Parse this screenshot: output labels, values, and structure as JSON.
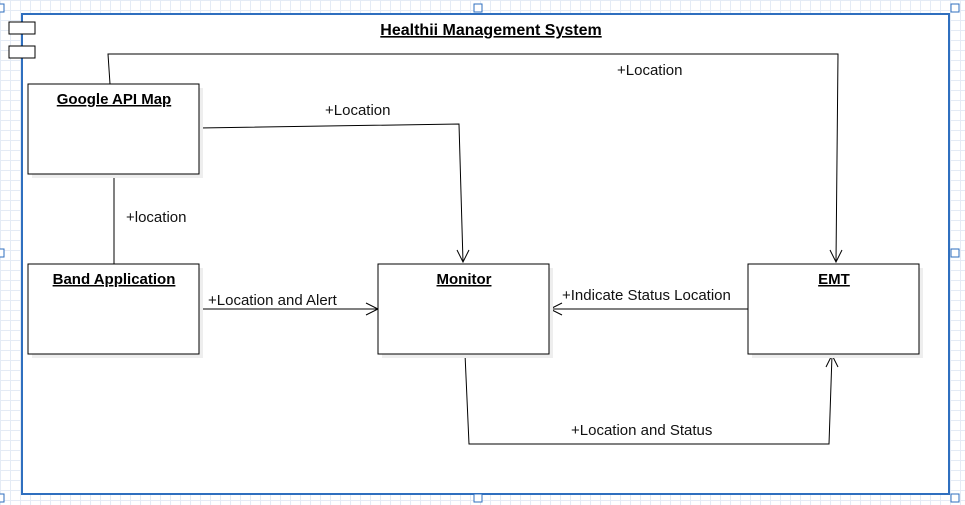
{
  "diagram": {
    "title": "Healthii Management System",
    "nodes": {
      "google_api_map": "Google API Map",
      "band_application": "Band Application",
      "monitor": "Monitor",
      "emt": "EMT"
    },
    "edges": {
      "google_to_emt": "+Location",
      "google_to_monitor": "+Location",
      "google_to_band": "+location",
      "band_to_monitor": "+Location and Alert",
      "emt_to_monitor": "+Indicate Status Location",
      "monitor_to_emt": "+Location and Status"
    }
  },
  "colors": {
    "selection": "#2f6fbf",
    "grid": "#e4ebf5",
    "stroke": "#000000"
  }
}
